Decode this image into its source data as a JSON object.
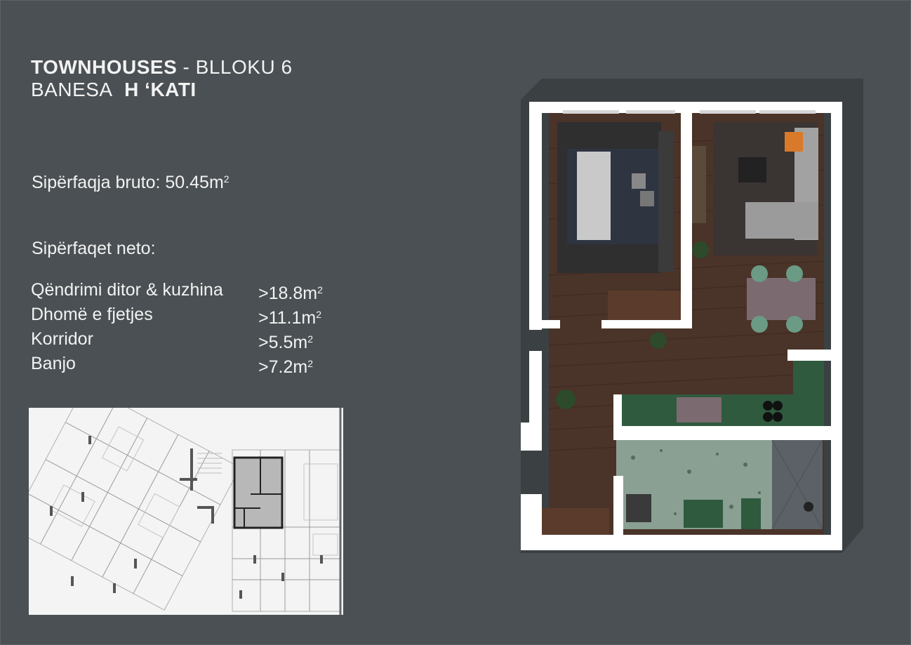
{
  "header": {
    "title_bold": "TOWNHOUSES",
    "title_rest": " - BLLOKU 6",
    "subtitle_prefix": "BANESA",
    "subtitle_bold": "H ‘KATI"
  },
  "area": {
    "gross_label": "Sipërfaqja bruto: 50.45m",
    "gross_sup": "2",
    "net_heading": "Sipërfaqet neto:",
    "rooms": [
      {
        "name": "Qëndrimi ditor & kuzhina",
        "value": ">18.8m",
        "sup": "2"
      },
      {
        "name": "Dhomë e fjetjes",
        "value": ">11.1m",
        "sup": "2"
      },
      {
        "name": "Korridor",
        "value": ">5.5m",
        "sup": "2"
      },
      {
        "name": "Banjo",
        "value": ">7.2m",
        "sup": "2"
      }
    ]
  },
  "colors": {
    "background": "#4a5053",
    "wall": "#ffffff",
    "floor_wood": "#4a3328",
    "kitchen_tile": "#2f5a3e",
    "bath_terrazzo": "#8aa093",
    "highlight_unit": "#b8b8b8"
  }
}
